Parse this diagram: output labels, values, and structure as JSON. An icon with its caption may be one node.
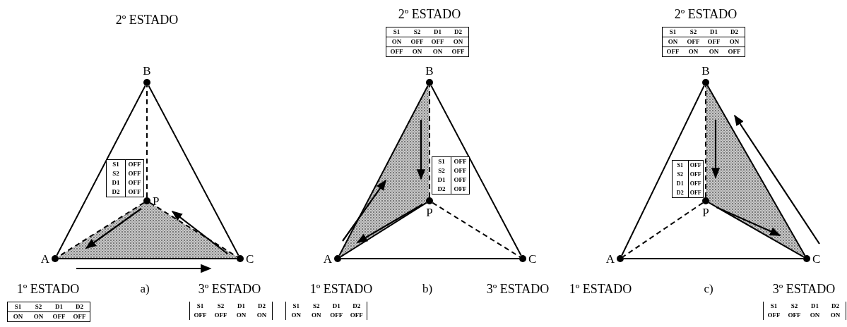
{
  "diagram": {
    "nodes": [
      {
        "text": [
          "B"
        ]
      },
      {
        "text": [
          "S1",
          "OFF",
          "S2",
          "OFF",
          "D1",
          "OFF",
          "D2",
          "OFF"
        ]
      },
      {
        "text": [
          "P"
        ]
      },
      {
        "text": [
          "A"
        ]
      },
      {
        "text": [
          "C"
        ]
      },
      {
        "text": [
          "S1",
          "S2",
          "D1",
          "D2",
          "ON",
          "ON",
          "OFF",
          "OFF"
        ],
        "beside": [
          "1º ESTADO"
        ]
      },
      {
        "text": [
          "S1",
          "S2",
          "D1",
          "D2",
          "OFF",
          "OFF",
          "ON",
          "ON"
        ],
        "beside": [
          "3º ESTADO"
        ]
      },
      {
        "text": [
          "S1",
          "S2",
          "D1",
          "D2",
          "ON",
          "OFF",
          "OFF",
          "ON",
          "OFF",
          "ON",
          "ON",
          "OFF"
        ],
        "beside": [
          "2º ESTADO"
        ]
      },
      {
        "text": [
          "B"
        ]
      },
      {
        "text": [
          "S1",
          "OFF",
          "S2",
          "OFF",
          "D1",
          "OFF",
          "D2",
          "OFF"
        ]
      },
      {
        "text": [
          "P"
        ]
      },
      {
        "text": [
          "A"
        ]
      },
      {
        "text": [
          "C"
        ],
        "beside": [
          "3º ESTADO"
        ]
      },
      {
        "text": [
          "S1",
          "S2",
          "D1",
          "D2",
          "ON",
          "ON",
          "OFF",
          "OFF"
        ],
        "beside": [
          "1º ESTADO"
        ]
      },
      {
        "text": [
          "S1",
          "S2",
          "D1",
          "D2",
          "ON",
          "OFF",
          "OFF",
          "ON",
          "OFF",
          "ON",
          "ON",
          "OFF"
        ],
        "beside": [
          "2º ESTADO"
        ]
      },
      {
        "text": [
          "B"
        ]
      },
      {
        "text": [
          "S1",
          "OFF",
          "S2",
          "OFF",
          "D1",
          "OFF",
          "D2",
          "OFF"
        ]
      },
      {
        "text": [
          "P"
        ]
      },
      {
        "text": [
          "A"
        ],
        "beside": [
          "1º ESTADO"
        ]
      },
      {
        "text": [
          "C"
        ]
      },
      {
        "text": [
          "S1",
          "S2",
          "D1",
          "D2",
          "OFF",
          "OFF",
          "ON",
          "ON"
        ],
        "beside": [
          "3º ESTADO"
        ]
      }
    ],
    "edges": [
      {
        "from": 3,
        "to": 0,
        "arrow": "none"
      },
      {
        "from": 0,
        "to": 4,
        "arrow": "none"
      },
      {
        "from": 4,
        "to": 3,
        "arrow": "none"
      },
      {
        "from": 2,
        "to": 0,
        "arrow": "none",
        "style": "dashed"
      },
      {
        "from": 2,
        "to": 3,
        "arrow": "none",
        "style": "dashed"
      },
      {
        "from": 2,
        "to": 4,
        "arrow": "none",
        "style": "dashed"
      },
      {
        "from": 11,
        "to": 8,
        "arrow": "none"
      },
      {
        "from": 8,
        "to": 12,
        "arrow": "none"
      },
      {
        "from": 12,
        "to": 11,
        "arrow": "none"
      },
      {
        "from": 10,
        "to": 8,
        "arrow": "none",
        "style": "dashed"
      },
      {
        "from": 10,
        "to": 11,
        "arrow": "none"
      },
      {
        "from": 10,
        "to": 12,
        "arrow": "none",
        "style": "dashed"
      },
      {
        "from": 18,
        "to": 15,
        "arrow": "none"
      },
      {
        "from": 15,
        "to": 19,
        "arrow": "none"
      },
      {
        "from": 19,
        "to": 18,
        "arrow": "none"
      },
      {
        "from": 17,
        "to": 15,
        "arrow": "none",
        "style": "dashed"
      },
      {
        "from": 17,
        "to": 18,
        "arrow": "none",
        "style": "dashed"
      },
      {
        "from": 17,
        "to": 19,
        "arrow": "none"
      }
    ],
    "labels": [
      "2º ESTADO",
      "a)",
      "b)",
      "c)"
    ]
  }
}
